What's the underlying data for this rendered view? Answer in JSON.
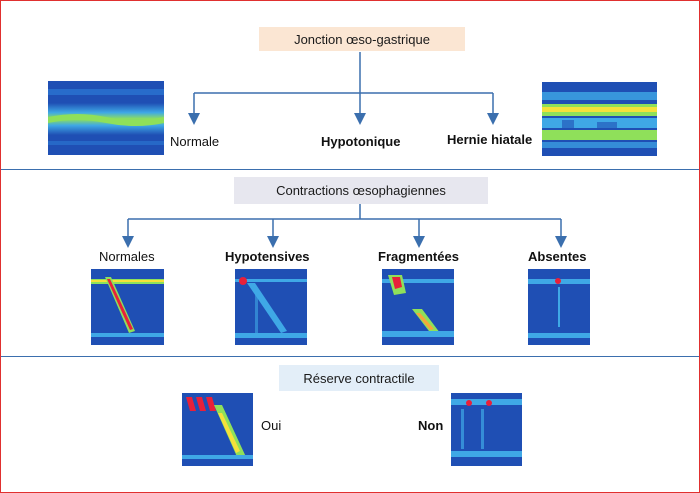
{
  "ogj": {
    "title": "Jonction œso-gastrique",
    "options": [
      "Normale",
      "Hypotonique",
      "Hernie hiatale"
    ]
  },
  "contractions": {
    "title": "Contractions œsophagiennes",
    "options": [
      "Normales",
      "Hypotensives",
      "Fragmentées",
      "Absentes"
    ]
  },
  "reserve": {
    "title": "Réserve contractile",
    "options": [
      "Oui",
      "Non"
    ]
  },
  "colors": {
    "arrow": "#3b6fae",
    "separator": "#3b6fae",
    "frame": "#e0302f",
    "hrm_background": "#1f4fb4",
    "hrm_low": "#3fa8e6",
    "hrm_mid": "#8fe05a",
    "hrm_high": "#f5e13a",
    "hrm_peak": "#e8203a"
  }
}
